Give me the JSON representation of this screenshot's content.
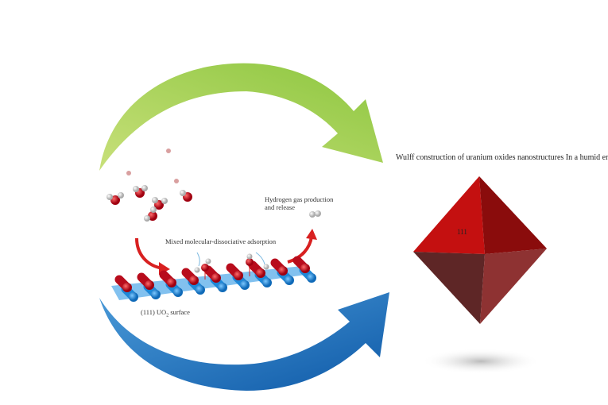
{
  "title": "Wulff construction of uranium oxides nanostructures In a humid environment",
  "hydrogen_label": "Hydrogen gas production and release",
  "adsorption_label": "Mixed molecular-dissociative adsorption",
  "surface_label_prefix": "(111) UO",
  "surface_label_sub": "2",
  "surface_label_suffix": " surface",
  "facet_label": "111",
  "colors": {
    "green_arrow": "#9acd32",
    "blue_arrow": "#1f6fb8",
    "oxygen": "#c8102e",
    "uranium": "#1e88d8",
    "facet": "#c41010"
  }
}
